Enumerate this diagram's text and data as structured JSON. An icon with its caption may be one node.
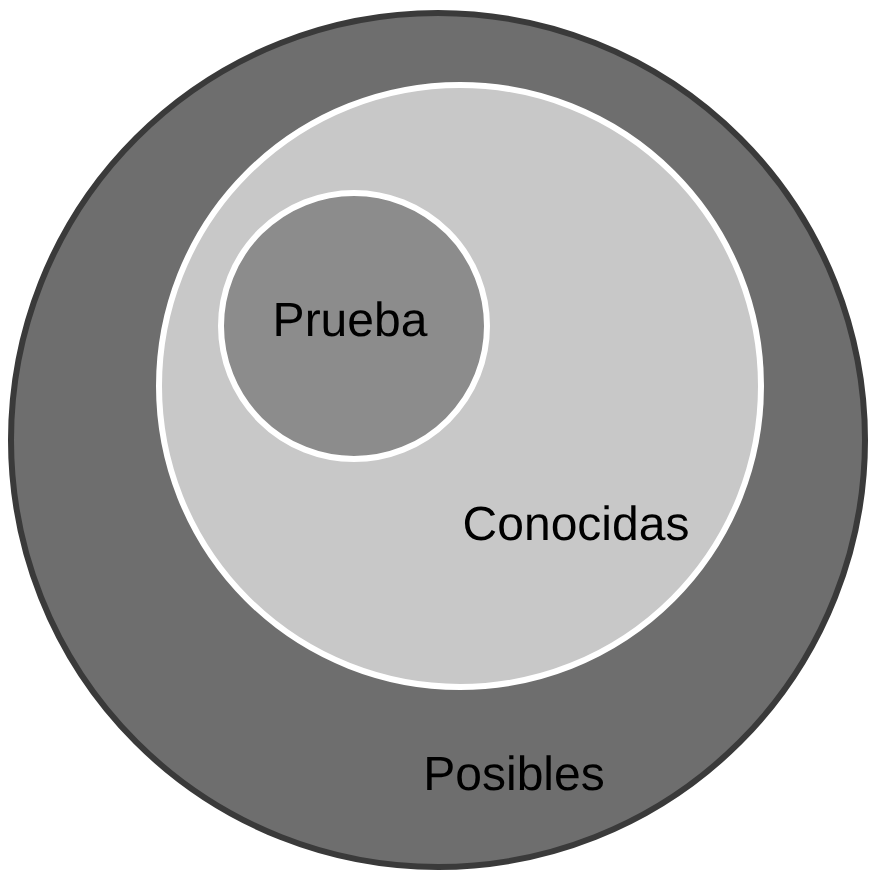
{
  "diagram": {
    "nodes": [
      {
        "text": [
          "Posibles"
        ]
      },
      {
        "text": [
          "Conocidas"
        ],
        "in": 0
      },
      {
        "text": [
          "Prueba"
        ],
        "in": 1
      }
    ]
  }
}
